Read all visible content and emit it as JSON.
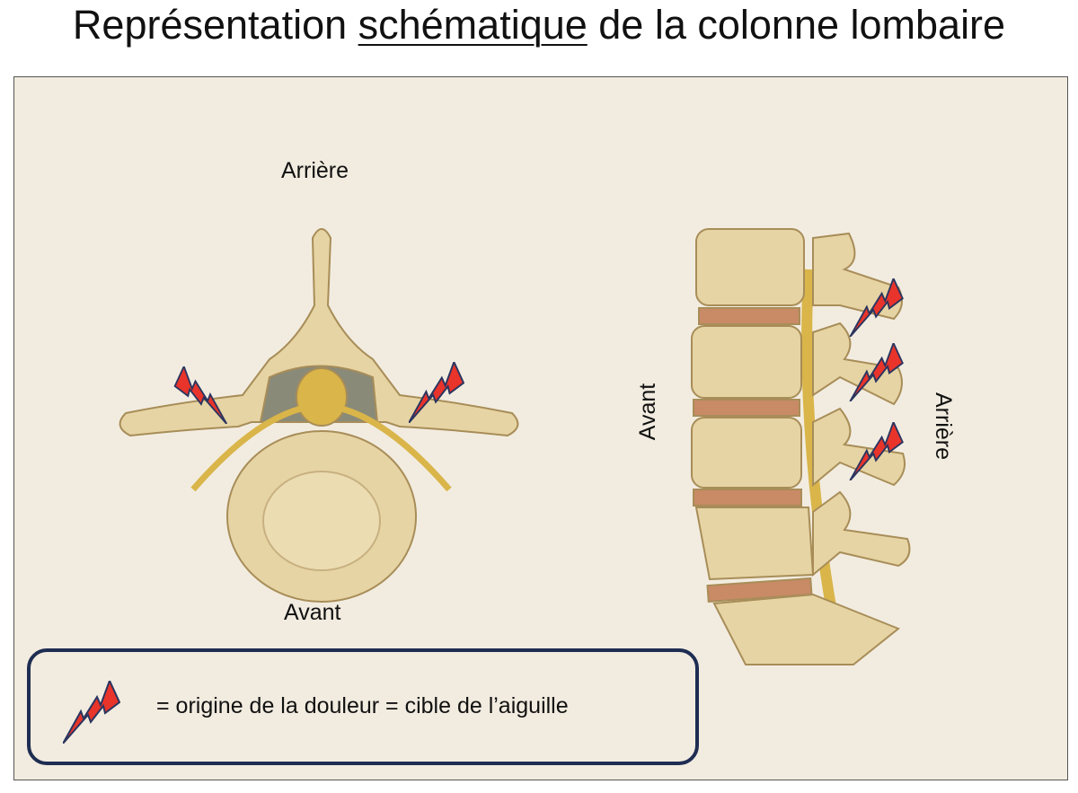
{
  "title": {
    "prefix": "Représentation ",
    "underlined": "schématique",
    "suffix": " de la colonne lombaire"
  },
  "axial_view": {
    "top_label": "Arrière",
    "bottom_label": "Avant"
  },
  "lateral_view": {
    "left_label": "Avant",
    "right_label": "Arrière"
  },
  "legend": {
    "icon": "lightning-bolt-icon",
    "text": "= origine de la douleur = cible de l’aiguille"
  },
  "colors": {
    "bone": "#e6d4a4",
    "disc": "#c98a66",
    "nerve": "#d9b54a",
    "bolt": "#e8342a",
    "bolt_outline": "#2a3560",
    "legend_border": "#1f2d52"
  }
}
